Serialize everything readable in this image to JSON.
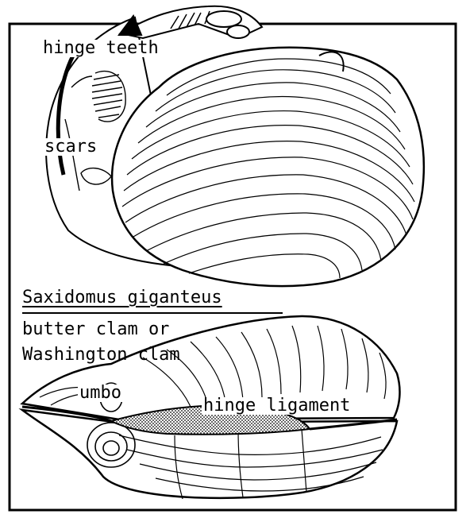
{
  "labels": {
    "hinge_teeth": "hinge teeth",
    "scars": "scars",
    "species_name": "Saxidomus giganteus",
    "common_name_line1": "butter clam or",
    "common_name_line2": "Washington clam",
    "umbo": "umbo",
    "hinge_ligament": "hinge ligament"
  },
  "colors": {
    "ink": "#000000",
    "paper": "#ffffff",
    "ligament_stipple": "#9a9a9a"
  }
}
